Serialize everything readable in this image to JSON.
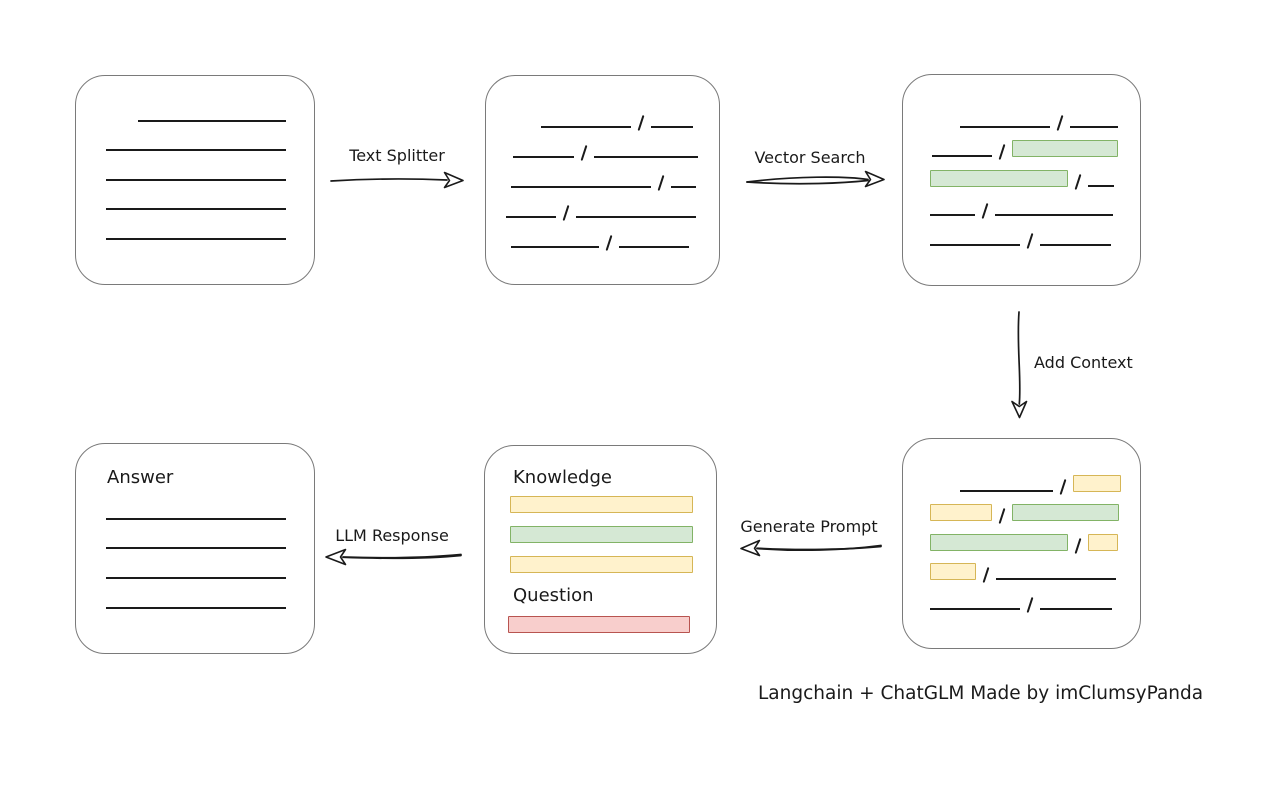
{
  "colors": {
    "background": "#ffffff",
    "ink": "#1a1a1a",
    "box_border": "#7a7a7a",
    "green_fill": "#d5e8d4",
    "green_border": "#82b366",
    "yellow_fill": "#fff2cc",
    "yellow_border": "#d6b656",
    "red_fill": "#f8cecc",
    "red_border": "#b85450"
  },
  "arrows": {
    "text_splitter": {
      "label": "Text Splitter",
      "direction": "right"
    },
    "vector_search": {
      "label": "Vector Search",
      "direction": "right"
    },
    "add_context": {
      "label": "Add Context",
      "direction": "down"
    },
    "generate_prompt": {
      "label": "Generate Prompt",
      "direction": "left"
    },
    "llm_response": {
      "label": "LLM Response",
      "direction": "left"
    }
  },
  "nodes": {
    "document": {
      "rows": [
        [
          {
            "t": "line",
            "w": 148,
            "ind": 32
          }
        ],
        [
          {
            "t": "line",
            "w": 180
          }
        ],
        [
          {
            "t": "line",
            "w": 180
          }
        ],
        [
          {
            "t": "line",
            "w": 180
          }
        ],
        [
          {
            "t": "line",
            "w": 180
          }
        ]
      ]
    },
    "split_chunks": {
      "rows": [
        [
          {
            "t": "line",
            "w": 90,
            "ind": 35
          },
          {
            "t": "slash"
          },
          {
            "t": "line",
            "w": 42
          }
        ],
        [
          {
            "t": "line",
            "w": 61,
            "ind": 7
          },
          {
            "t": "slash"
          },
          {
            "t": "line",
            "w": 104
          }
        ],
        [
          {
            "t": "line",
            "w": 140,
            "ind": 5
          },
          {
            "t": "slash"
          },
          {
            "t": "line",
            "w": 25
          }
        ],
        [
          {
            "t": "line",
            "w": 50
          },
          {
            "t": "slash"
          },
          {
            "t": "line",
            "w": 120
          }
        ],
        [
          {
            "t": "line",
            "w": 88,
            "ind": 5
          },
          {
            "t": "slash"
          },
          {
            "t": "line",
            "w": 70
          }
        ]
      ]
    },
    "matched_chunks": {
      "rows": [
        [
          {
            "t": "line",
            "w": 90,
            "ind": 30
          },
          {
            "t": "slash"
          },
          {
            "t": "line",
            "w": 48
          }
        ],
        [
          {
            "t": "line",
            "w": 60,
            "ind": 2
          },
          {
            "t": "slash"
          },
          {
            "t": "green",
            "w": 106
          }
        ],
        [
          {
            "t": "green",
            "w": 138
          },
          {
            "t": "slash"
          },
          {
            "t": "line",
            "w": 26
          }
        ],
        [
          {
            "t": "line",
            "w": 45
          },
          {
            "t": "slash"
          },
          {
            "t": "line",
            "w": 118
          }
        ],
        [
          {
            "t": "line",
            "w": 90
          },
          {
            "t": "slash"
          },
          {
            "t": "line",
            "w": 71
          }
        ]
      ]
    },
    "context_chunks": {
      "rows": [
        [
          {
            "t": "line",
            "w": 93,
            "ind": 30
          },
          {
            "t": "slash"
          },
          {
            "t": "yellow",
            "w": 48
          }
        ],
        [
          {
            "t": "yellow",
            "w": 62
          },
          {
            "t": "slash"
          },
          {
            "t": "green",
            "w": 107
          }
        ],
        [
          {
            "t": "green",
            "w": 138
          },
          {
            "t": "slash"
          },
          {
            "t": "yellow",
            "w": 30
          }
        ],
        [
          {
            "t": "yellow",
            "w": 46
          },
          {
            "t": "slash"
          },
          {
            "t": "line",
            "w": 120
          }
        ],
        [
          {
            "t": "line",
            "w": 90
          },
          {
            "t": "slash"
          },
          {
            "t": "line",
            "w": 72
          }
        ]
      ]
    },
    "prompt": {
      "knowledge_label": "Knowledge",
      "question_label": "Question",
      "knowledge_bars": [
        [
          {
            "t": "yellow",
            "w": 183
          }
        ],
        [
          {
            "t": "green",
            "w": 183
          }
        ],
        [
          {
            "t": "yellow",
            "w": 183
          }
        ]
      ],
      "question_bars": [
        [
          {
            "t": "red",
            "w": 182
          }
        ]
      ]
    },
    "answer": {
      "label": "Answer",
      "rows": [
        [
          {
            "t": "line",
            "w": 180
          }
        ],
        [
          {
            "t": "line",
            "w": 180
          }
        ],
        [
          {
            "t": "line",
            "w": 180
          }
        ],
        [
          {
            "t": "line",
            "w": 180
          }
        ]
      ]
    }
  },
  "caption": "Langchain + ChatGLM Made by imClumsyPanda"
}
